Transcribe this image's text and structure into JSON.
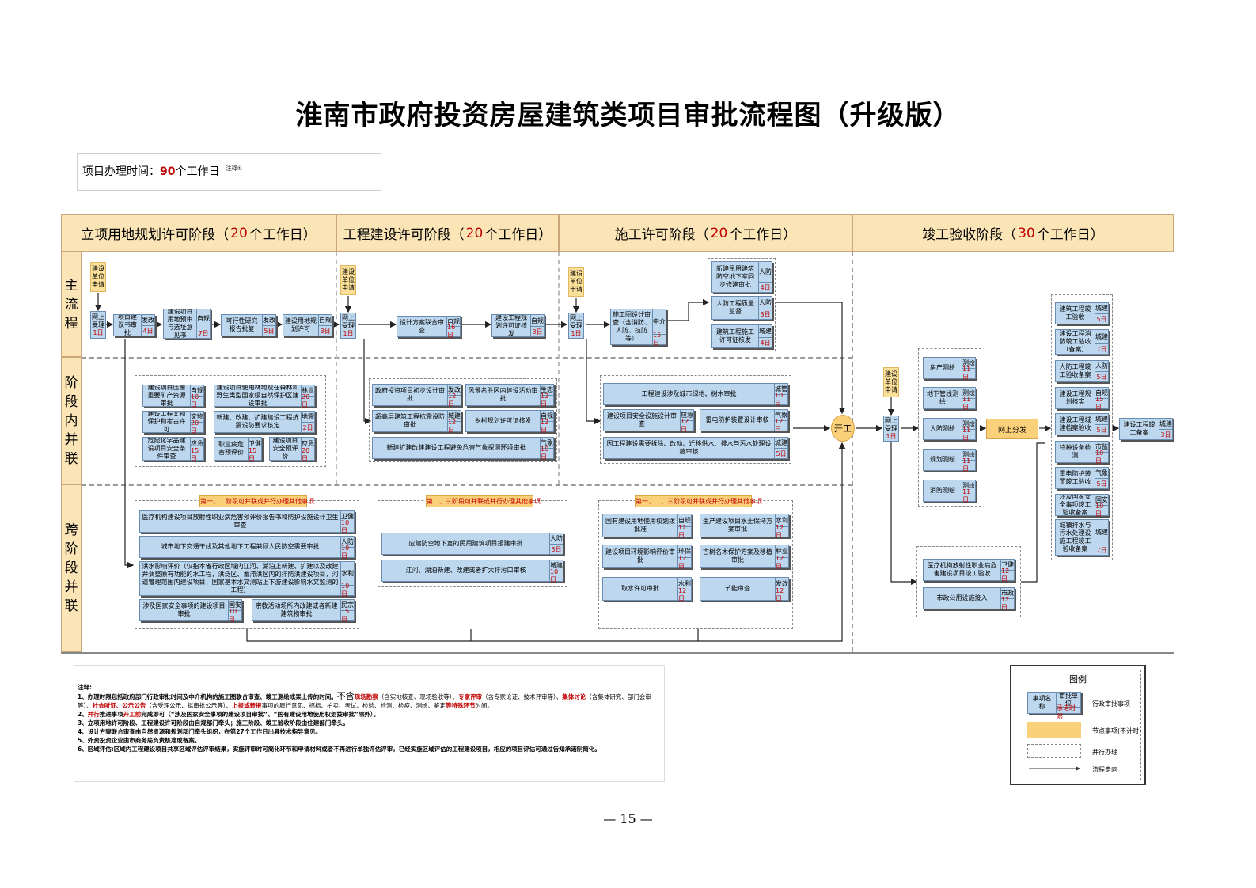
{
  "title": "淮南市政府投资房屋建筑类项目审批流程图（升级版）",
  "project_time": {
    "label": "项目办理时间：",
    "days": "90",
    "unit": "个工作日",
    "note": "注释①"
  },
  "stages": [
    {
      "pre": "立项用地规划许可阶段（",
      "days": "20",
      "post": "个工作日）"
    },
    {
      "pre": "工程建设许可阶段（",
      "days": "20",
      "post": "个工作日）"
    },
    {
      "pre": "施工许可阶段（",
      "days": "20",
      "post": "个工作日）"
    },
    {
      "pre": "竣工验收阶段（",
      "days": "30",
      "post": "个工作日）"
    }
  ],
  "rows": [
    "主流程",
    "阶段内并联",
    "跨阶段并联"
  ],
  "apply_label": "建设单位申请",
  "accept": {
    "label": "网上受理",
    "days": "1日"
  },
  "kaigong": "开工",
  "online_dist": "网上分发",
  "group_labels": [
    "第一、二阶段可并联或并行办理其他事项",
    "第二、三阶段可并联或并行办理其他事项",
    "第一、二、三阶段可并联或并行办理其他事项"
  ],
  "boxes": [
    {
      "n": "项目建议书审批",
      "u": "发改",
      "t": "4日"
    },
    {
      "n": "建设项目用地预审与选址意见书",
      "u": "自规",
      "t": "7日"
    },
    {
      "n": "可行性研究报告批复",
      "u": "发改",
      "t": "5日"
    },
    {
      "n": "建设用地规划许可",
      "u": "自规",
      "t": "3日"
    },
    {
      "n": "设计方案联合审查",
      "u": "自规",
      "t": "16日"
    },
    {
      "n": "建设工程规划许可证核发",
      "u": "自规",
      "t": "3日"
    },
    {
      "n": "施工图设计审查（含消防、人防、技防等）",
      "u": "中介",
      "t": "15日"
    },
    {
      "n": "新建民用建筑防空地下室同步修建审批",
      "u": "人防",
      "t": "4日"
    },
    {
      "n": "人防工程质量监督",
      "u": "人防",
      "t": "3日"
    },
    {
      "n": "建筑工程施工许可证核发",
      "u": "城建",
      "t": "4日"
    },
    {
      "n": "建设项目压覆重要矿产资源审批",
      "u": "自规",
      "t": "10日"
    },
    {
      "n": "建设项目使用林地及在森林和野生类型国家级自然保护区建设审批",
      "u": "林业",
      "t": "20日"
    },
    {
      "n": "建设工程文物保护和考古许可",
      "u": "文物",
      "t": "20日"
    },
    {
      "n": "新建、改建、扩建建设工程抗震设防要求核定",
      "u": "地震",
      "t": "2日"
    },
    {
      "n": "危险化学品建设项目安全条件审查",
      "u": "应急",
      "t": "15日"
    },
    {
      "n": "职业病危害预评价",
      "u": "卫健",
      "t": "15日"
    },
    {
      "n": "建设项目安全预评价",
      "u": "应急",
      "t": "20日"
    },
    {
      "n": "政府投资项目初步设计审批",
      "u": "发改",
      "t": "12日"
    },
    {
      "n": "风景名胜区内建设活动审批",
      "u": "生态",
      "t": "12日"
    },
    {
      "n": "超高层建筑工程抗震设防审批",
      "u": "城建",
      "t": "12日"
    },
    {
      "n": "乡村规划许可证核发",
      "u": "自规",
      "t": "12日"
    },
    {
      "n": "新建扩建改建建设工程避免危害气象探测环境审批",
      "u": "气象",
      "t": "10日"
    },
    {
      "n": "工程建设涉及城市绿地、树木审批",
      "u": "城管",
      "t": "10日"
    },
    {
      "n": "建设项目安全设施设计审查",
      "u": "应急",
      "t": "12日"
    },
    {
      "n": "雷电防护装置设计审核",
      "u": "气象",
      "t": "12日"
    },
    {
      "n": "因工程建设需要拆除、改动、迁移供水、排水与污水处理设施审核",
      "u": "城建",
      "t": "5日"
    },
    {
      "n": "医疗机构建设项目放射性职业病危害预评价报告书和防护设施设计卫生审查",
      "u": "卫健",
      "t": "10日"
    },
    {
      "n": "城市地下交通干线及其他地下工程兼顾人民防空需要审批",
      "u": "人防",
      "t": "10日"
    },
    {
      "n": "洪水影响评价（仅指本省行政区域内江河、湖泊上新建、扩建以及改建并调整原有功能的水工程，洪泛区、蓄滞洪区内的排防洪建设项目，河道管理范围内建设项目，国家基本水文测站上下游建设影响水文监测的工程）",
      "u": "水利",
      "t": "10日"
    },
    {
      "n": "涉及国家安全事项的建设项目审批",
      "u": "国安",
      "t": "10日"
    },
    {
      "n": "宗教活动场所内改建或者新建建筑物审批",
      "u": "民宗",
      "t": "15日"
    },
    {
      "n": "应建防空地下室的民用建筑项目报建审批",
      "u": "人防",
      "t": "5日"
    },
    {
      "n": "江河、湖泊新建、改建或者扩大排污口审核",
      "u": "城建",
      "t": "10日"
    },
    {
      "n": "国有建设用地使用权划拨批准",
      "u": "自规",
      "t": "12日"
    },
    {
      "n": "生产建设项目水土保持方案审批",
      "u": "水利",
      "t": "12日"
    },
    {
      "n": "建设项目环境影响评价审批",
      "u": "环保",
      "t": "12日"
    },
    {
      "n": "古树名木保护方案及移植审批",
      "u": "林业",
      "t": "12日"
    },
    {
      "n": "取水许可审批",
      "u": "水利",
      "t": "12日"
    },
    {
      "n": "节能审查",
      "u": "发改",
      "t": "12日"
    },
    {
      "n": "房产测绘",
      "u": "测绘",
      "t": "11日"
    },
    {
      "n": "地下管线测绘",
      "u": "测绘",
      "t": "11日"
    },
    {
      "n": "人防测绘",
      "u": "测绘",
      "t": "11日"
    },
    {
      "n": "规划测绘",
      "u": "测绘",
      "t": "11日"
    },
    {
      "n": "消防测绘",
      "u": "测绘",
      "t": "11日"
    },
    {
      "n": "建筑工程竣工验收",
      "u": "城建",
      "t": "5日"
    },
    {
      "n": "建设工程消防竣工验收（备案）",
      "u": "城建",
      "t": "7日"
    },
    {
      "n": "人防工程竣工验收备案",
      "u": "人防",
      "t": "5日"
    },
    {
      "n": "建设工程规划核实",
      "u": "自规",
      "t": "15日"
    },
    {
      "n": "建设工程城建档案验收",
      "u": "城建",
      "t": "5日"
    },
    {
      "n": "特种设备检测",
      "u": "市监",
      "t": "10日"
    },
    {
      "n": "雷电防护装置竣工验收",
      "u": "气象",
      "t": "5日"
    },
    {
      "n": "涉及国家安全事项竣工验收备案",
      "u": "国安",
      "t": "10日"
    },
    {
      "n": "城镇排水与污水处理设施工程竣工验收备案",
      "u": "城建",
      "t": "7日"
    },
    {
      "n": "建设工程竣工备案",
      "u": "城建",
      "t": "3日"
    },
    {
      "n": "医疗机构放射性职业病危害建设项目竣工验收",
      "u": "卫健",
      "t": "12日"
    },
    {
      "n": "市政公用设施接入",
      "u": "市政",
      "t": "12日"
    }
  ],
  "notes": {
    "heading": "注释:",
    "l1a": "1、办理时限包括政府部门行政审批时间及中介机构的施工图联合审查、竣工测绘成果上传的时间。",
    "l1b": "不含",
    "l1c": "现场勘察",
    "l1d": "（含实地核查、现场验收等）、",
    "l1e": "专家评审",
    "l1f": "（含专家论证、技术评审等）、",
    "l1g": "集体讨论",
    "l1h": "（含集体研究、部门会审等）、",
    "l1i": "社会听证、公示公告",
    "l1j": "（含受理公示、拟审批公示等）、",
    "l1k": "上报或转报",
    "l1l": "事项的履行意见、招标、拍卖、考试、检验、检测、检疫、测绘、鉴定",
    "l1m": "等特殊环节",
    "l1n": "时间。",
    "l2a": "2、",
    "l2b": "并行",
    "l2c": "推进事项",
    "l2d": "开工前",
    "l2e": "完成即可（“涉及国家安全事项的建设项目审批”、“国有建设用地使用权划拨审批”除外）。",
    "l3": "3、立项用地许可阶段、工程建设许可阶段由自规部门牵头；施工阶段、竣工验收阶段由住建部门牵头。",
    "l4": "4、设计方案联合审查由自然资源和规划部门牵头组织，在第27个工作日出具技术指导意见。",
    "l5": "5、外资投资企业由市商务局负责核准或备案。",
    "l6": "6、区域评估:区域内工程建设项目共享区域评估评审结果，实施评审时可简化环节和申请材料或者不再进行单独评估评审，已经实施区域评估的工程建设项目，相应的项目评估可通过告知承诺制简化。"
  },
  "legend": {
    "title": "图例",
    "box_name": "事项名称",
    "box_unit": "审批单位",
    "box_time": "承诺时限",
    "item1": "行政审批事项",
    "item2": "节点事项(不计时)",
    "item3": "并行办理",
    "item4": "流程走向"
  },
  "page_no": "— 15 —"
}
